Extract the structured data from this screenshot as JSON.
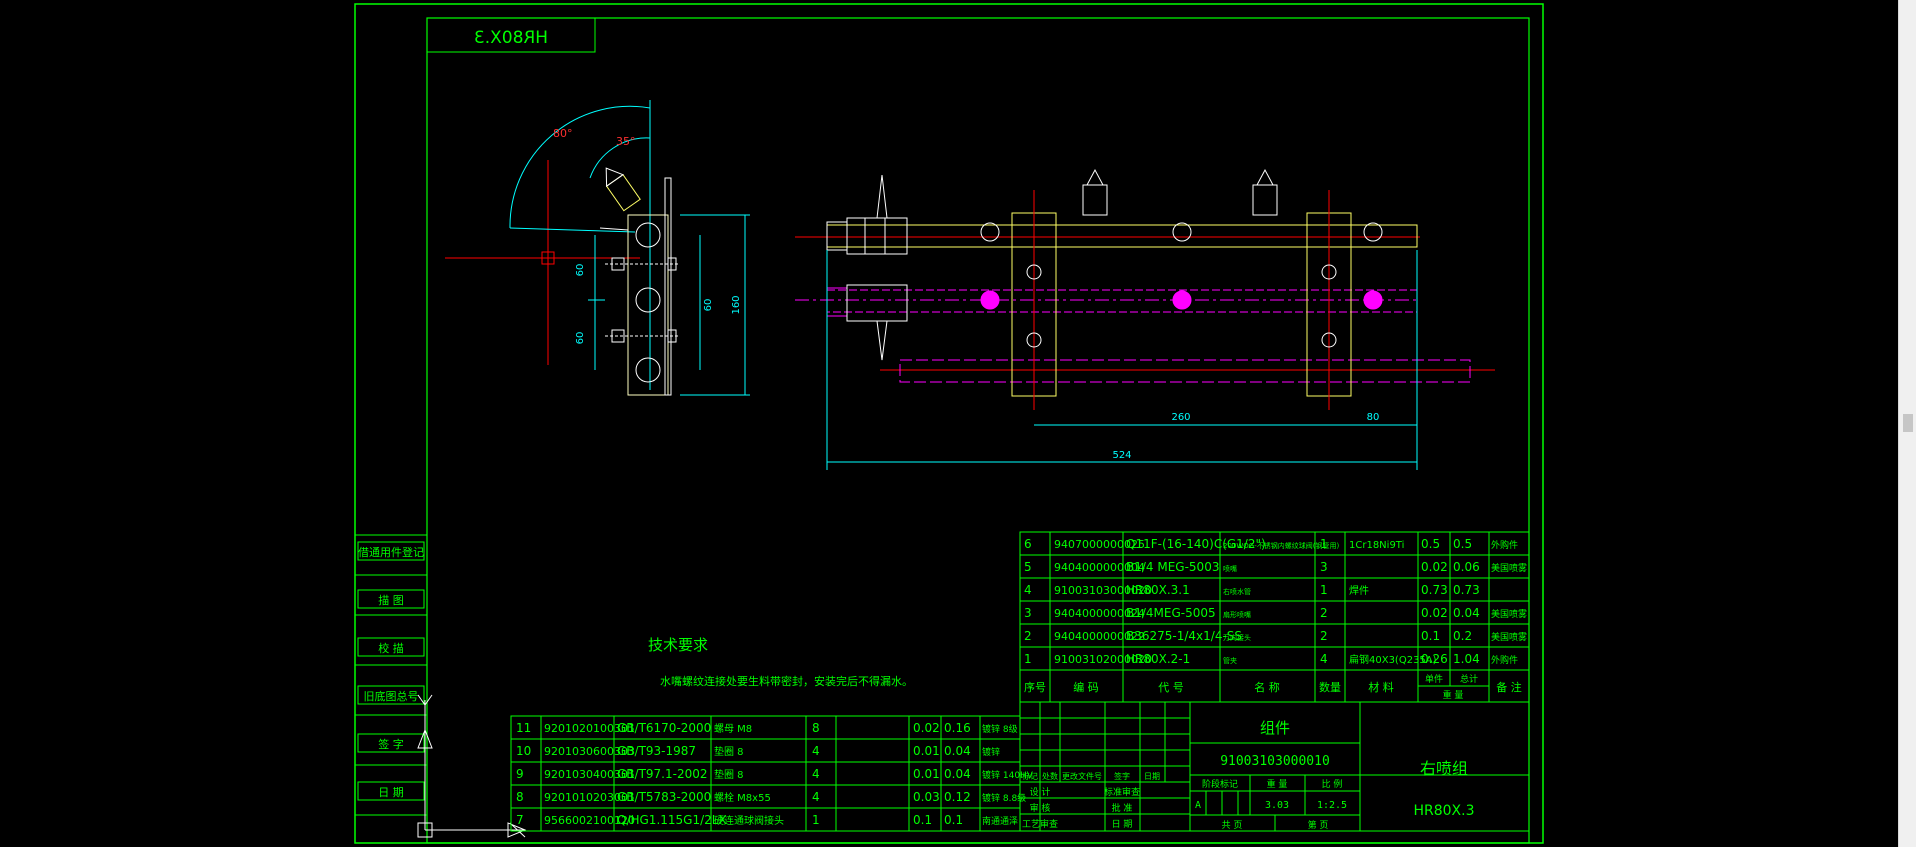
{
  "colors": {
    "background": "#000000",
    "frame": "#00ff00",
    "dimension": "#00ffff",
    "hidden": "#ff00ff",
    "center": "#ff0000",
    "part": "#ffffff"
  },
  "title_mirrored": "HR80X.3",
  "side_labels": [
    "借通用件登记",
    "描 图",
    "校 描",
    "旧底图总号",
    "签 字",
    "日 期"
  ],
  "angles": {
    "a1": "80°",
    "a2": "35°"
  },
  "side_dims": {
    "d1": "60",
    "d2": "60",
    "d3": "60",
    "d4": "160"
  },
  "front_dims": {
    "d1": "260",
    "d2": "80",
    "d3": "524"
  },
  "tech": {
    "title": "技术要求",
    "text": "水嘴螺纹连接处要生料带密封，安装完后不得漏水。"
  },
  "bom_upper": [
    {
      "no": "6",
      "code": "9407000000025",
      "spec": "Q11F-(16-140)C(G1/2\")",
      "name": "200WOG-不锈钢内螺纹球阀(钢管用)",
      "qty": "1",
      "mat": "1Cr18Ni9Ti",
      "w1": "0.5",
      "w2": "0.5",
      "note": "外购件"
    },
    {
      "no": "5",
      "code": "9404000000004",
      "spec": "B1/4 MEG-5003",
      "name": "喷嘴",
      "qty": "3",
      "mat": "",
      "w1": "0.02",
      "w2": "0.06",
      "note": "美国喷雾"
    },
    {
      "no": "4",
      "code": "91003103000020",
      "spec": "HR80X.3.1",
      "name": "右喷水管",
      "qty": "1",
      "mat": "焊件",
      "w1": "0.73",
      "w2": "0.73",
      "note": ""
    },
    {
      "no": "3",
      "code": "9404000000024",
      "spec": "B1/4MEG-5005",
      "name": "扇形喷嘴",
      "qty": "2",
      "mat": "",
      "w1": "0.02",
      "w2": "0.04",
      "note": "美国喷雾"
    },
    {
      "no": "2",
      "code": "9404000000022",
      "spec": "B36275-1/4x1/4-SS",
      "name": "万向接头",
      "qty": "2",
      "mat": "",
      "w1": "0.1",
      "w2": "0.2",
      "note": "美国喷雾"
    },
    {
      "no": "1",
      "code": "91003102000020",
      "spec": "HR80X.2-1",
      "name": "管夹",
      "qty": "4",
      "mat": "扁钢40X3(Q235A)",
      "w1": "0.26",
      "w2": "1.04",
      "note": "外购件"
    }
  ],
  "bom_header": {
    "no": "序号",
    "code": "编 码",
    "spec": "代 号",
    "name": "名 称",
    "qty": "数量",
    "mat": "材 料",
    "single": "单件",
    "total": "总计",
    "weight": "重 量",
    "note": "备 注"
  },
  "bom_lower": [
    {
      "no": "11",
      "code": "9201020100301",
      "spec": "GB/T6170-2000",
      "name": "螺母 M8",
      "qty": "8",
      "w1": "0.02",
      "w2": "0.16",
      "note": "镀锌 8级"
    },
    {
      "no": "10",
      "code": "9201030600303",
      "spec": "GB/T93-1987",
      "name": "垫圈 8",
      "qty": "4",
      "w1": "0.01",
      "w2": "0.04",
      "note": "镀锌"
    },
    {
      "no": "9",
      "code": "9201030400301",
      "spec": "GB/T97.1-2002",
      "name": "垫圈 8",
      "qty": "4",
      "w1": "0.01",
      "w2": "0.04",
      "note": "镀锌 140HV"
    },
    {
      "no": "8",
      "code": "9201010203001",
      "spec": "GB/T5783-2000",
      "name": "螺栓 M8x55",
      "qty": "4",
      "w1": "0.03",
      "w2": "0.12",
      "note": "镀锌 8.8级"
    },
    {
      "no": "7",
      "code": "9566002100120",
      "spec": "Q/HG1.115G1/2LX",
      "name": "硬连通球阀接头",
      "qty": "1",
      "w1": "0.1",
      "w2": "0.1",
      "note": "南通通泽"
    }
  ],
  "title_block": {
    "assembly": "组件",
    "code": "91003103000010",
    "name": "右喷组",
    "drawing_no": "HR80X.3",
    "stage_label": "阶段标记",
    "weight_label": "重 量",
    "scale_label": "比 例",
    "stage": "A",
    "weight": "3.03",
    "scale": "1:2.5",
    "sheet_a": "共 页",
    "sheet_b": "第 页",
    "rev_labels": [
      "标记",
      "处数",
      "更改文件号",
      "签字",
      "日期"
    ],
    "roles": [
      "设 计",
      "审 核",
      "工艺审查"
    ],
    "roles2": [
      "标准审查",
      "批 准",
      "日 期"
    ]
  }
}
